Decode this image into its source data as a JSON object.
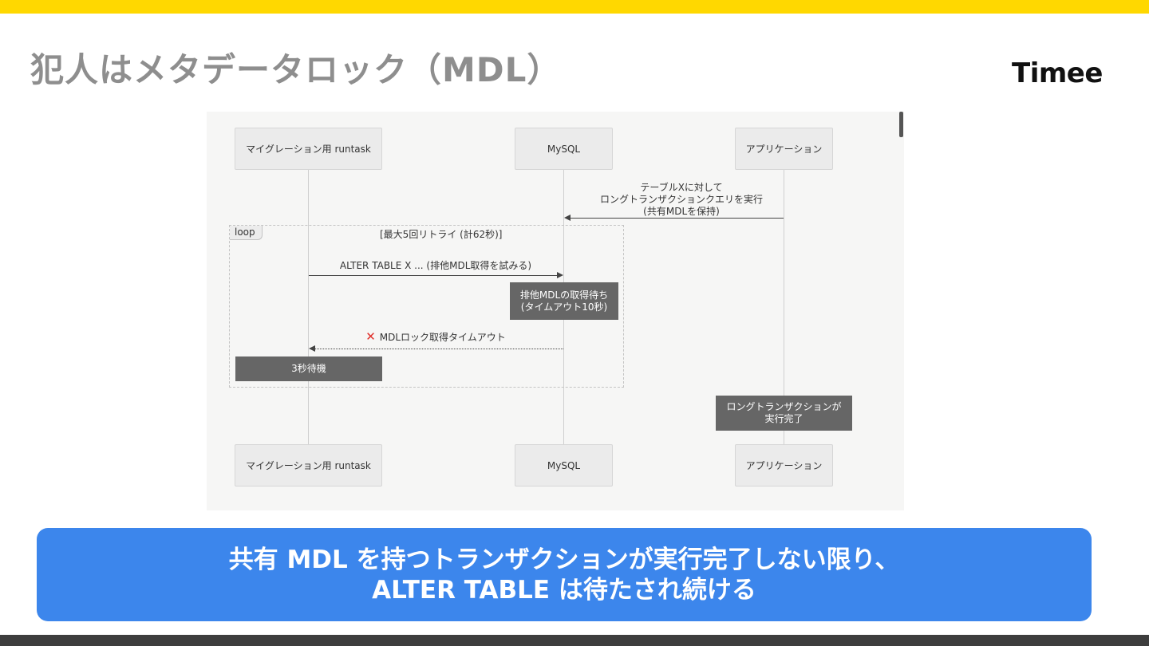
{
  "slide": {
    "title": "犯人はメタデータロック（MDL）",
    "brand": "Timee"
  },
  "diagram": {
    "participants": {
      "migration": "マイグレーション用 runtask",
      "mysql": "MySQL",
      "application": "アプリケーション"
    },
    "app_message": {
      "line1": "テーブルXに対して",
      "line2": "ロングトランザクションクエリを実行",
      "line3": "(共有MDLを保持)"
    },
    "loop": {
      "tag": "loop",
      "condition": "[最大5回リトライ (計62秒)]"
    },
    "alter_message": "ALTER TABLE X ... (排他MDL取得を試みる)",
    "wait_note": {
      "line1": "排他MDLの取得待ち",
      "line2": "(タイムアウト10秒)"
    },
    "timeout_mark": "✕",
    "timeout_message": "MDLロック取得タイムアウト",
    "sleep_note": "3秒待機",
    "complete_note": {
      "line1": "ロングトランザクションが",
      "line2": "実行完了"
    }
  },
  "callout": {
    "line1": "共有 MDL を持つトランザクションが実行完了しない限り、",
    "line2": "ALTER TABLE は待たされ続ける"
  },
  "colors": {
    "accent_bar": "#FFD800",
    "callout_bg": "#3C86EC",
    "footer_bar": "#3D3D3D",
    "note_bg": "#666666",
    "error_mark": "#E0302B"
  }
}
